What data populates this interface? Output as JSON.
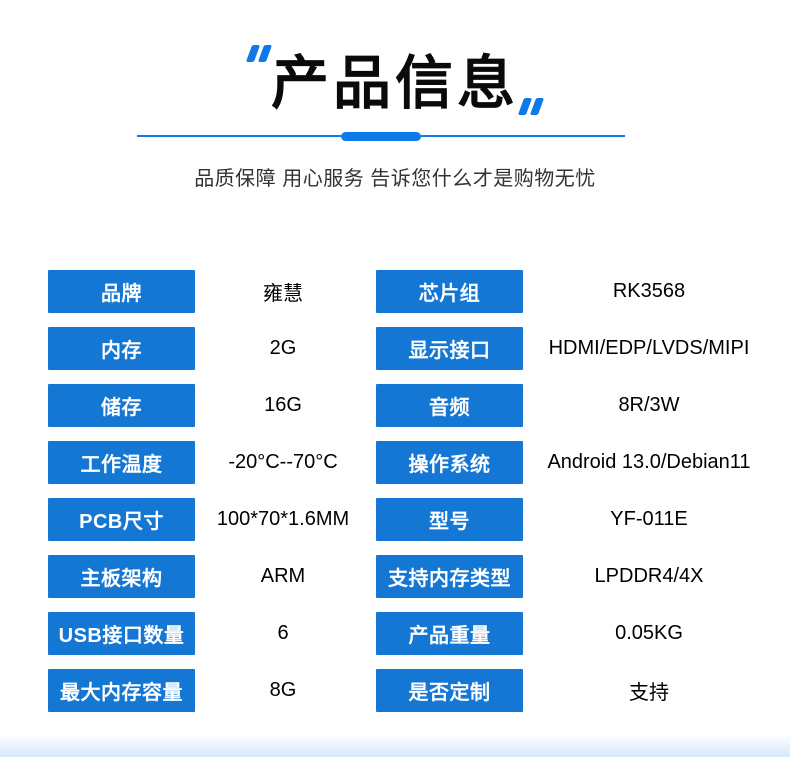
{
  "header": {
    "title": "产品信息",
    "subtitle": "品质保障 用心服务 告诉您什么才是购物无忧"
  },
  "colors": {
    "label_box_blue": "#1577d4",
    "accent_blue": "#0e79e8",
    "title_black": "#0a0a0a",
    "subtitle_gray": "#333333"
  },
  "icons": {
    "quote_open": "open-double-quote",
    "quote_close": "close-double-quote"
  },
  "table": {
    "rows": [
      {
        "left_label": "品牌",
        "left_value": "雍慧",
        "right_label": "芯片组",
        "right_value": "RK3568"
      },
      {
        "left_label": "内存",
        "left_value": "2G",
        "right_label": "显示接口",
        "right_value": "HDMI/EDP/LVDS/MIPI"
      },
      {
        "left_label": "储存",
        "left_value": "16G",
        "right_label": "音频",
        "right_value": "8R/3W"
      },
      {
        "left_label": "工作温度",
        "left_value": "-20°C--70°C",
        "right_label": "操作系统",
        "right_value": "Android 13.0/Debian11"
      },
      {
        "left_label": "PCB尺寸",
        "left_value": "100*70*1.6MM",
        "right_label": "型号",
        "right_value": "YF-011E"
      },
      {
        "left_label": "主板架构",
        "left_value": "ARM",
        "right_label": "支持内存类型",
        "right_value": "LPDDR4/4X"
      },
      {
        "left_label": "USB接口数量",
        "left_value": "6",
        "right_label": "产品重量",
        "right_value": "0.05KG"
      },
      {
        "left_label": "最大内存容量",
        "left_value": "8G",
        "right_label": "是否定制",
        "right_value": "支持"
      }
    ]
  }
}
